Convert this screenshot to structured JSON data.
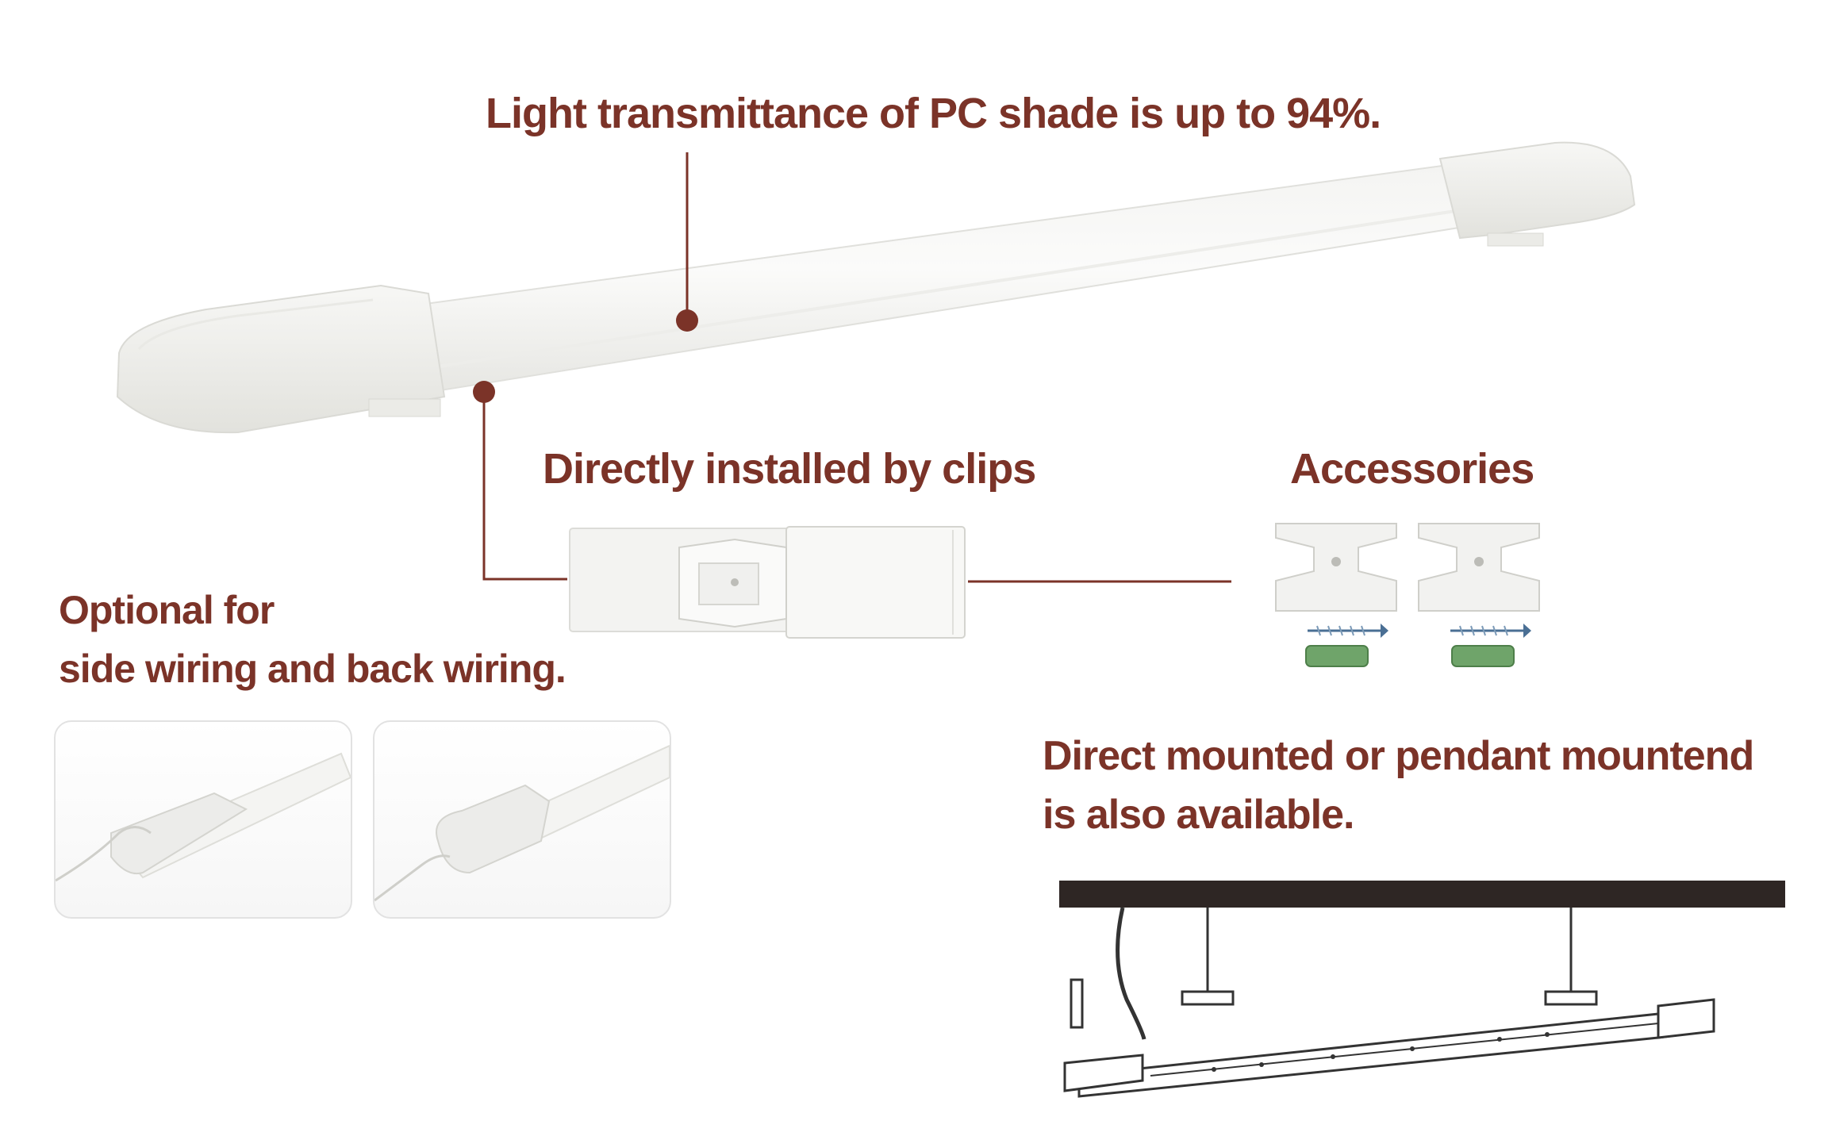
{
  "captions": {
    "transmittance": "Light transmittance of PC shade is up to 94%.",
    "clips": "Directly installed by clips",
    "accessories": "Accessories",
    "optional_line1": "Optional for",
    "optional_line2": "side wiring and back wiring.",
    "mount_line1": "Direct mounted or pendant mountend",
    "mount_line2": "is also available."
  },
  "colors": {
    "accent": "#7b3328",
    "ceiling": "#2e2624",
    "thumb_border": "#e2e2e2"
  },
  "icons": {
    "luminaire": "led-batten-luminaire-icon",
    "clip": "mounting-clip-icon",
    "bracket": "mounting-bracket-icon",
    "screw": "screw-icon",
    "wall_plug": "wall-plug-icon",
    "diagram": "pendant-mount-diagram-icon"
  }
}
